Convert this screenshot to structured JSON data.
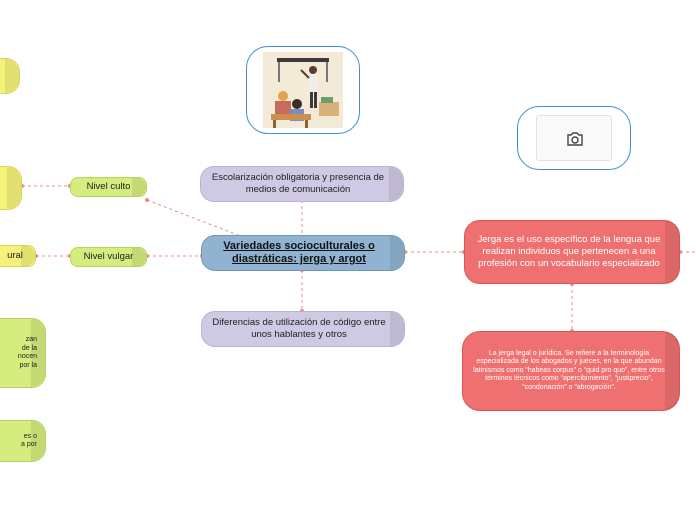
{
  "central": {
    "label": "Variedades socioculturales o diastráticas: jerga y argot"
  },
  "branches": {
    "top": "Escolarización obligatoria y presencia de medios de comunicación",
    "bottom": "Diferencias de utilización de código entre unos hablantes y otros"
  },
  "levels": {
    "culto": "Nivel culto",
    "vulgar": "Nivel vulgar"
  },
  "left_partial": {
    "vulgar_child": "ural",
    "green1_lines": [
      "zan",
      "de la",
      "nocen",
      "por la"
    ],
    "green2_lines": [
      "es o",
      "a por"
    ]
  },
  "jerga": {
    "definition": "Jerga es el uso específico de la lengua que realizan individuos que pertenecen a una profesión con un vocabulario especializado",
    "legal": "La jerga legal o jurídica. Se refiere a la terminología especializada de los abogados y jueces, en la que abundan latinismos como “habeas corpus” o “quid pro quo”, entre otros términos técnicos como “apercibimiento”, “justiprecio”, “condonación” o “abrogación”."
  },
  "icons": {
    "image_placeholder": "camera-icon",
    "teacher_image": "classroom-illustration"
  },
  "colors": {
    "central": "#8fb3d0",
    "branch": "#cfc9e3",
    "level": "#d5ec7e",
    "leaf_yellow": "#f4f27a",
    "jerga": "#ef7070",
    "link": "#f08a8a",
    "frame": "#3d8fd8"
  }
}
